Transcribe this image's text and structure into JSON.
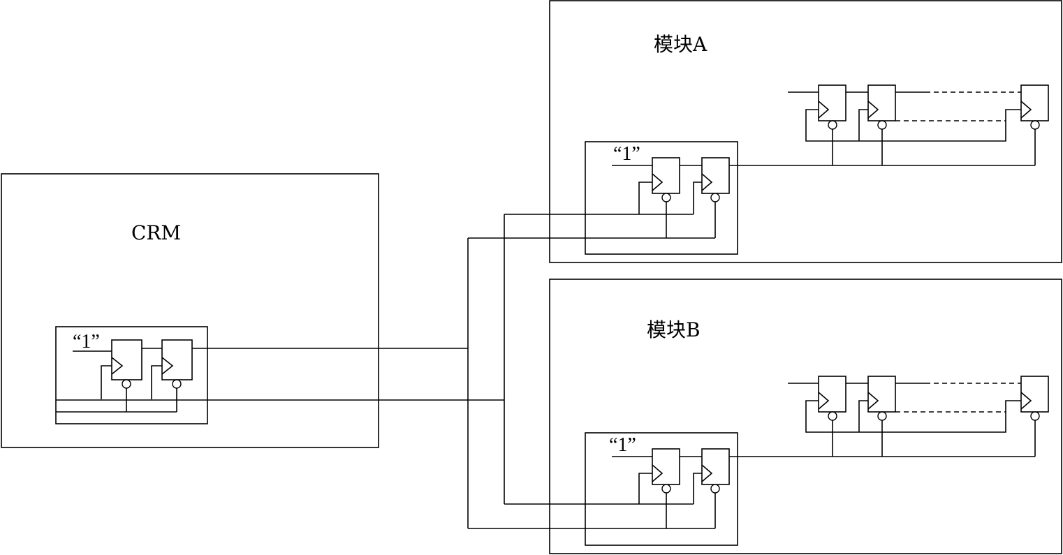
{
  "diagram": {
    "crm": {
      "label": "CRM",
      "input_label": "“1”"
    },
    "module_a": {
      "label": "模块A",
      "input_label": "“1”"
    },
    "module_b": {
      "label": "模块B",
      "input_label": "“1”"
    }
  }
}
